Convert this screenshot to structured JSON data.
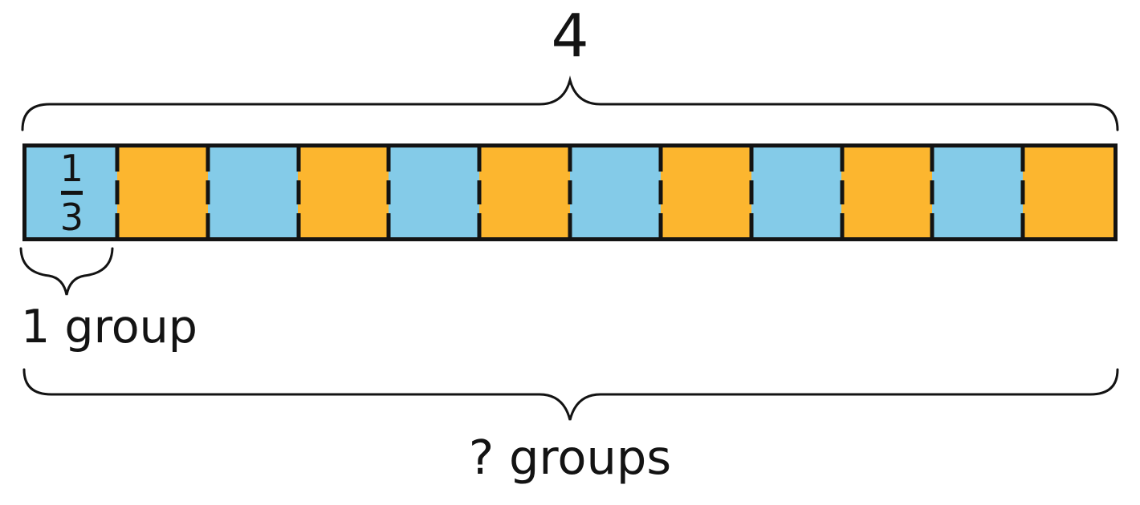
{
  "colors": {
    "blue": "#84CBE8",
    "orange": "#FCB62F",
    "stroke": "#131313",
    "background": "#FFFFFF"
  },
  "diagram": {
    "title_semantics": "tape diagram showing 4 divided into groups of 1/3",
    "top_label": "4",
    "fraction": {
      "numerator": "1",
      "denominator": "3"
    },
    "group_label": "1 group",
    "question_label": "? groups",
    "bar": {
      "cell_count": 12,
      "cells": [
        "blue",
        "orange",
        "blue",
        "orange",
        "blue",
        "orange",
        "blue",
        "orange",
        "blue",
        "orange",
        "blue",
        "orange"
      ]
    },
    "braces": [
      {
        "name": "top-brace",
        "label": "4",
        "spans": "entire bar",
        "points": "up"
      },
      {
        "name": "one-group-brace",
        "label": "1 group",
        "spans": "first cell",
        "points": "down"
      },
      {
        "name": "all-groups-brace",
        "label": "? groups",
        "spans": "entire bar",
        "points": "down"
      }
    ]
  }
}
